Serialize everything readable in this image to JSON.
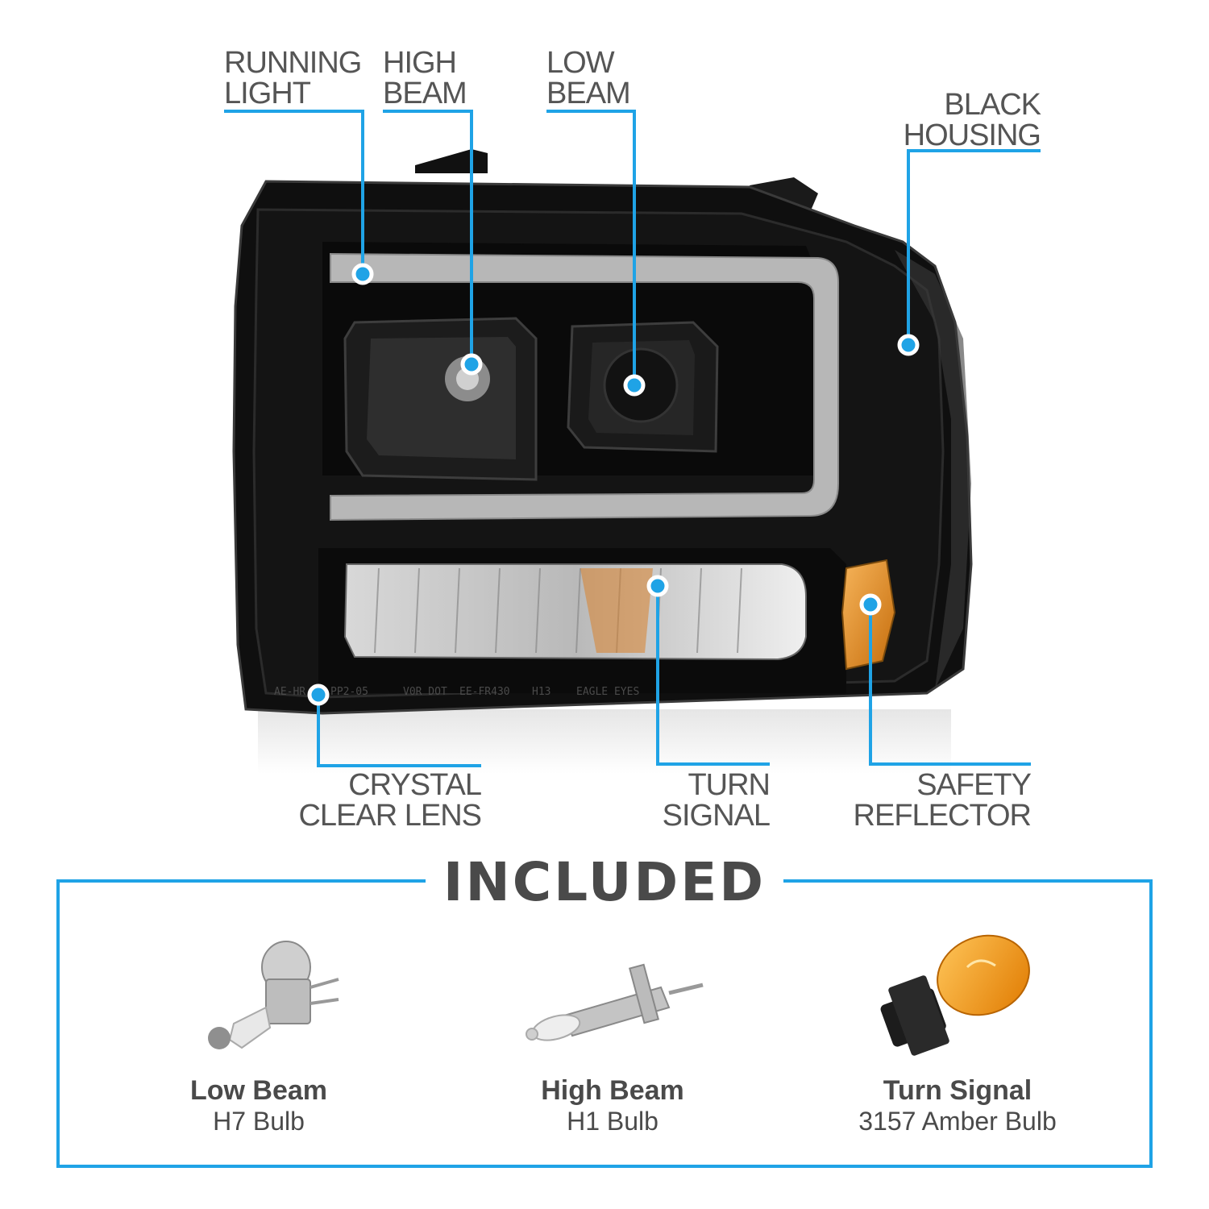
{
  "callouts": {
    "running_light": [
      "RUNNING",
      "LIGHT"
    ],
    "high_beam": [
      "HIGH",
      "BEAM"
    ],
    "low_beam": [
      "LOW",
      "BEAM"
    ],
    "black_housing": [
      "BLACK",
      "HOUSING"
    ],
    "crystal_clear_lens": [
      "CRYSTAL",
      "CLEAR LENS"
    ],
    "turn_signal": [
      "TURN",
      "SIGNAL"
    ],
    "safety_reflector": [
      "SAFETY",
      "REFLECTOR"
    ]
  },
  "lens_markings": [
    "AE-HR",
    "PP2-05",
    "V0R DOT",
    "EE-FR430",
    "H13",
    "EAGLE EYES"
  ],
  "included": {
    "title": "INCLUDED",
    "items": [
      {
        "name": "Low Beam",
        "desc": "H7 Bulb"
      },
      {
        "name": "High Beam",
        "desc": "H1 Bulb"
      },
      {
        "name": "Turn Signal",
        "desc": "3157 Amber Bulb"
      }
    ]
  },
  "colors": {
    "accent": "#1fa3e6",
    "text": "#555555",
    "housing": "#0d0d0d",
    "amber": "#e58a1a"
  },
  "icons": [
    "headlight-assembly-image",
    "h7-bulb-icon",
    "h1-bulb-icon",
    "3157-amber-bulb-icon",
    "callout-dot-icon"
  ]
}
